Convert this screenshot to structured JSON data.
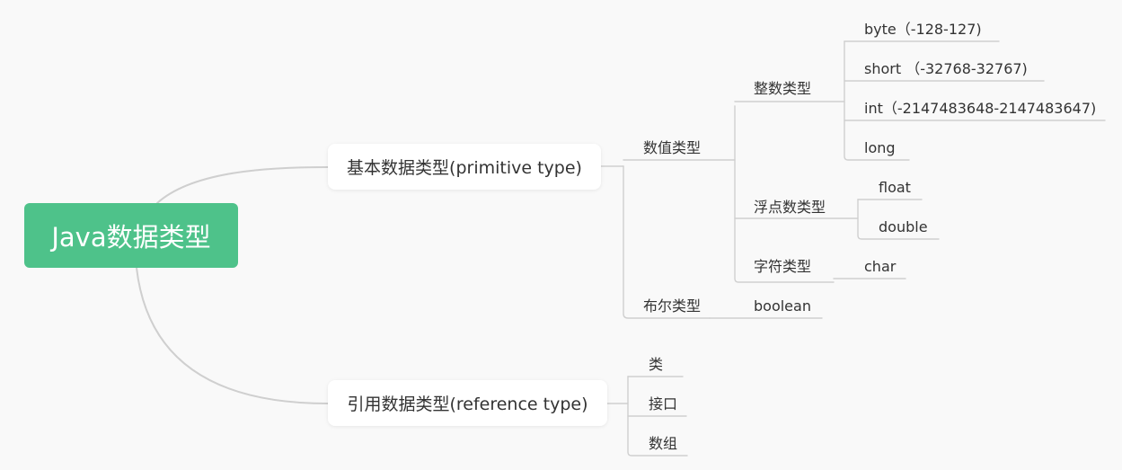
{
  "colors": {
    "root": "#4ec28a",
    "link": "#cfcfcf",
    "text": "#333333",
    "background": "#f9f9f9"
  },
  "root": "Java数据类型",
  "primitive": {
    "title": "基本数据类型(primitive type)",
    "numeric": {
      "title": "数值类型",
      "integer": {
        "title": "整数类型",
        "items": [
          "byte（-128-127)",
          "short （-32768-32767)",
          "int（-2147483648-2147483647)",
          "long"
        ]
      },
      "float": {
        "title": "浮点数类型",
        "items": [
          "float",
          "double"
        ]
      },
      "char": {
        "title": "字符类型",
        "item": "char"
      }
    },
    "boolean": {
      "title": "布尔类型",
      "item": "boolean"
    }
  },
  "reference": {
    "title": "引用数据类型(reference type)",
    "items": [
      "类",
      "接口",
      "数组"
    ]
  }
}
